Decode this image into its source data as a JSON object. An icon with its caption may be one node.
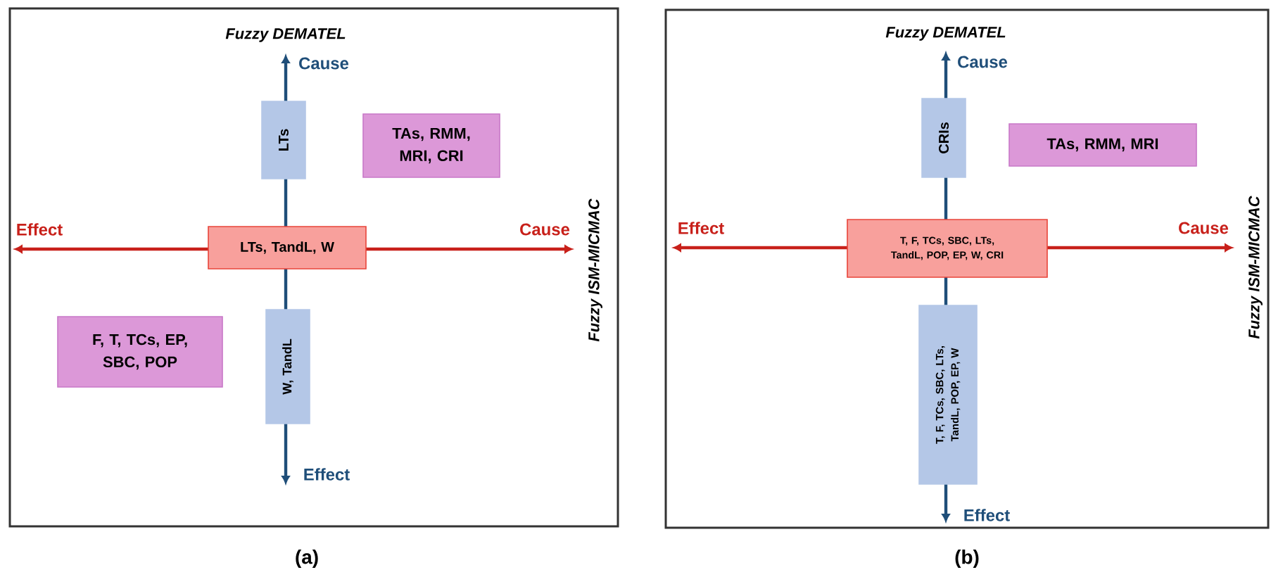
{
  "diagram": {
    "nodes": [
      {
        "text": [
          "(a)"
        ]
      },
      {
        "text": [
          "LTs"
        ],
        "in": 0
      },
      {
        "text": [
          "TAs, RMM, MRI, CRI"
        ],
        "in": 0
      },
      {
        "text": [
          "LTs, TandL, W"
        ],
        "in": 0
      },
      {
        "text": [
          "F, T, TCs, EP, SBC, POP"
        ],
        "in": 0
      },
      {
        "text": [
          "W, TandL"
        ],
        "in": 0
      },
      {
        "text": [
          "(b)"
        ]
      },
      {
        "text": [
          "CRIs"
        ],
        "in": 6
      },
      {
        "text": [
          "TAs, RMM, MRI"
        ],
        "in": 6
      },
      {
        "text": [
          "T, F, TCs, SBC, LTs, TandL, POP, EP, W, CRI"
        ],
        "in": 6
      },
      {
        "text": [
          "T, F, TCs, SBC, LTs, TandL, POP, EP, W"
        ],
        "in": 6
      }
    ],
    "labels": [
      "Fuzzy DEMATEL",
      "Cause",
      "Effect",
      "Cause",
      "Fuzzy ISM-MICMAC",
      "Effect",
      "Fuzzy DEMATEL",
      "Cause",
      "Effect",
      "Cause",
      "Fuzzy ISM-MICMAC",
      "Effect"
    ]
  }
}
